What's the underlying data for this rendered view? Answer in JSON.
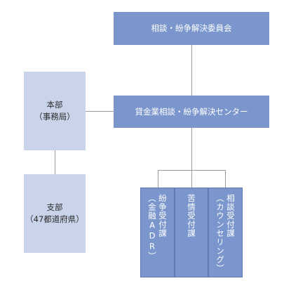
{
  "top_committee": {
    "label": "相談・紛争解決委員会"
  },
  "center": {
    "label": "貸金業相談・紛争解決センター"
  },
  "headquarters": {
    "line1": "本部",
    "line2": "（事務局）"
  },
  "branches": {
    "line1": "支部",
    "line2": "（47都道府県）"
  },
  "sections": [
    {
      "main": "紛争受付課",
      "sub": "（金融ADR）"
    },
    {
      "main": "苦情受付課",
      "sub": ""
    },
    {
      "main": "相談受付課",
      "sub": "（カウンセリング）"
    }
  ],
  "colors": {
    "dark_box": "#7b96cc",
    "light_box": "#c9d3ea",
    "connector": "#9a9a9a"
  }
}
